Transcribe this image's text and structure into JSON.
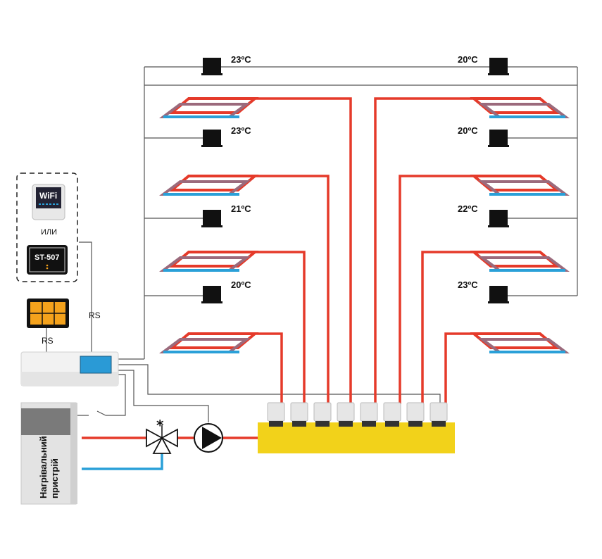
{
  "wifi_module": {
    "label": "WiFi",
    "or_text": "ИЛИ"
  },
  "panel_module": {
    "label": "ST-507"
  },
  "connections": {
    "rs_1": "RS",
    "rs_2": "RS"
  },
  "heater": {
    "label_line1": "Нагрівальний",
    "label_line2": "пристрій"
  },
  "room_temperatures": {
    "left": [
      "23ºC",
      "23ºC",
      "21ºC",
      "20ºC"
    ],
    "right": [
      "20ºC",
      "20ºC",
      "22ºC",
      "23ºC"
    ]
  },
  "colors": {
    "supply": "#e53a2a",
    "return": "#2aa0d8",
    "mid": "#9b6a7c",
    "manifold": "#f2d21a",
    "controller_screen": "#2a9ad6",
    "wire": "#555555"
  }
}
